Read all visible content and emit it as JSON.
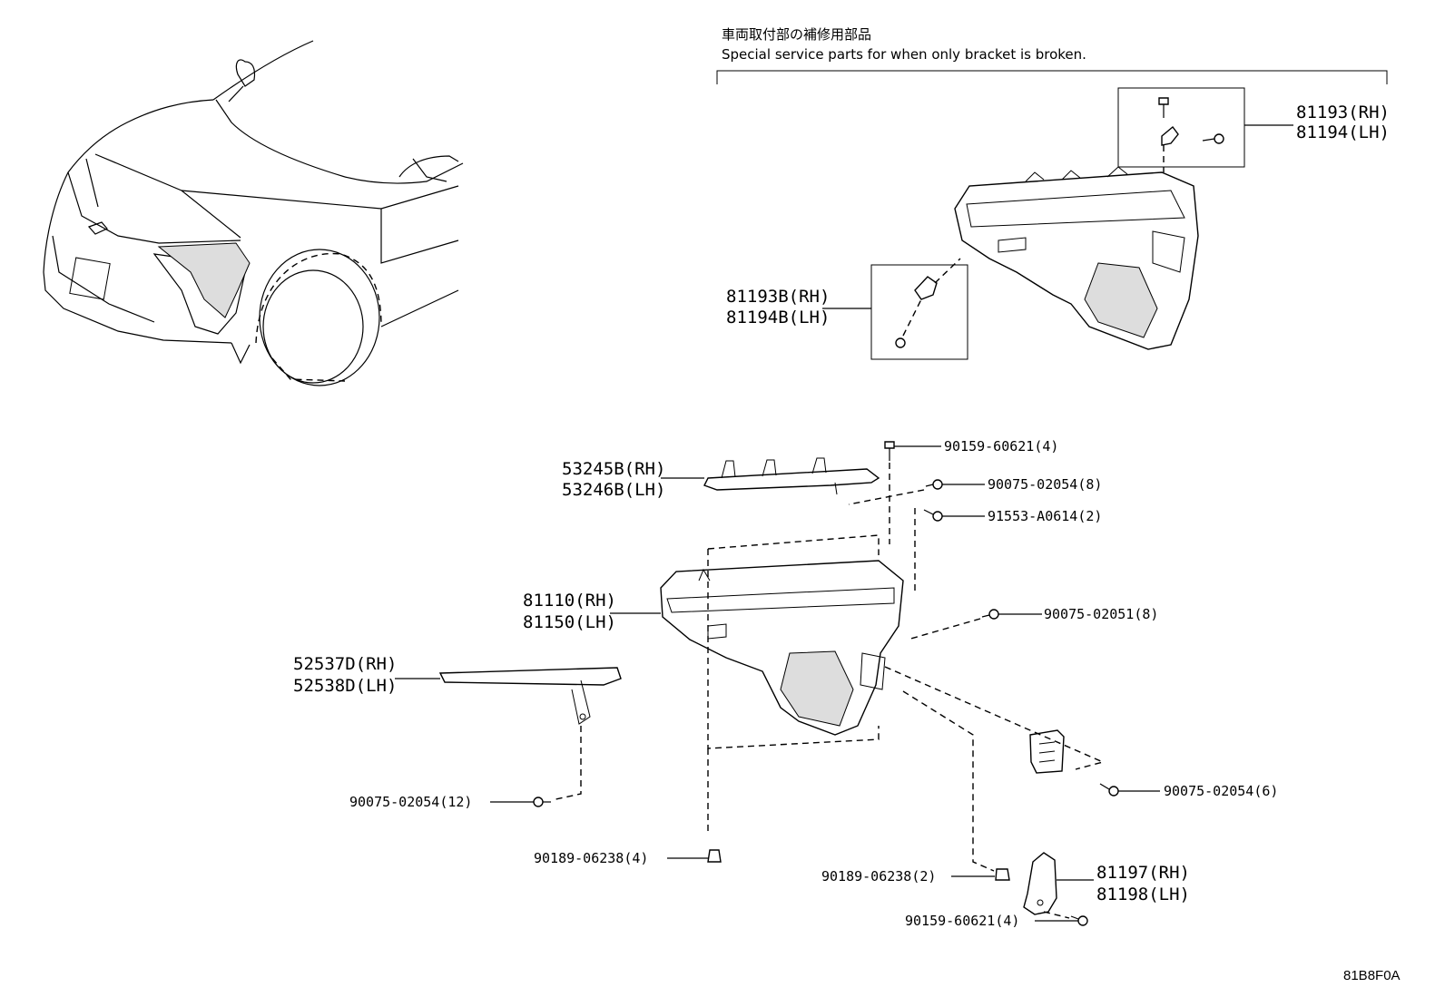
{
  "note": {
    "jp": "車両取付部の補修用部品",
    "en": "Special service parts for when only bracket is broken."
  },
  "parts": {
    "p81193": "81193(RH)",
    "p81194": "81194(LH)",
    "p81193B": "81193B(RH)",
    "p81194B": "81194B(LH)",
    "p53245B": "53245B(RH)",
    "p53246B": "53246B(LH)",
    "p81110": "81110(RH)",
    "p81150": "81150(LH)",
    "p52537D": "52537D(RH)",
    "p52538D": "52538D(LH)",
    "p81197": "81197(RH)",
    "p81198": "81198(LH)"
  },
  "fasteners": {
    "f1": "90159-60621(4)",
    "f2": "90075-02054(8)",
    "f3": "91553-A0614(2)",
    "f4": "90075-02051(8)",
    "f5": "90075-02054(12)",
    "f6": "90075-02054(6)",
    "f7": "90189-06238(4)",
    "f8": "90189-06238(2)",
    "f9": "90159-60621(4)"
  },
  "diagram_code": "81B8F0A"
}
